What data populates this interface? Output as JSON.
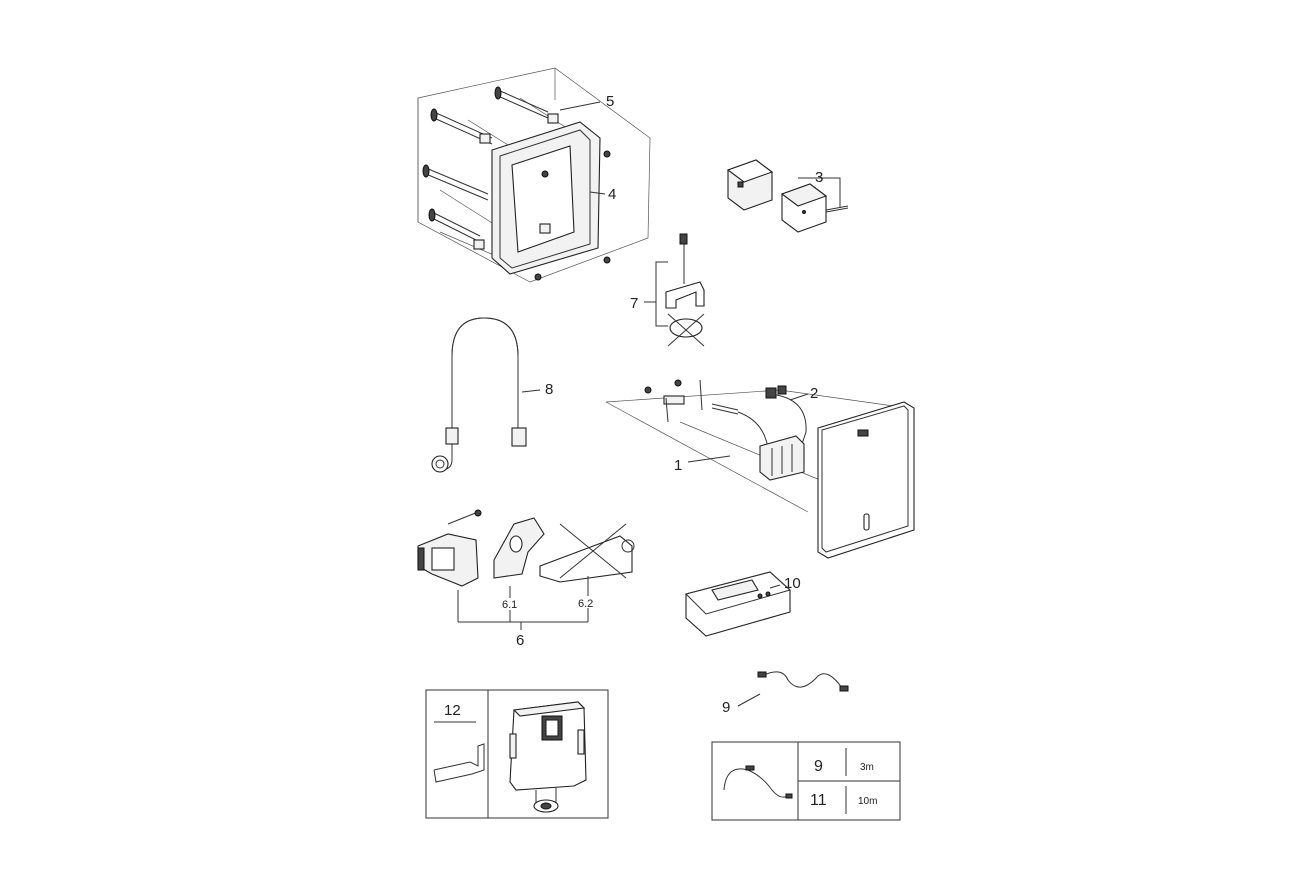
{
  "labels": {
    "part_1": "1",
    "part_2": "2",
    "part_3": "3",
    "part_4": "4",
    "part_5": "5",
    "part_6": "6",
    "part_6_1": "6.1",
    "part_6_2": "6.2",
    "part_7": "7",
    "part_8": "8",
    "part_9": "9",
    "part_10": "10",
    "part_12": "12"
  },
  "cable_table": {
    "row_1": {
      "item": "9",
      "length": "3m"
    },
    "row_2": {
      "item": "11",
      "length": "10m"
    }
  },
  "colors": {
    "line": "#333333",
    "fill_light": "#f2f2f2",
    "fill_dark": "#444444"
  }
}
